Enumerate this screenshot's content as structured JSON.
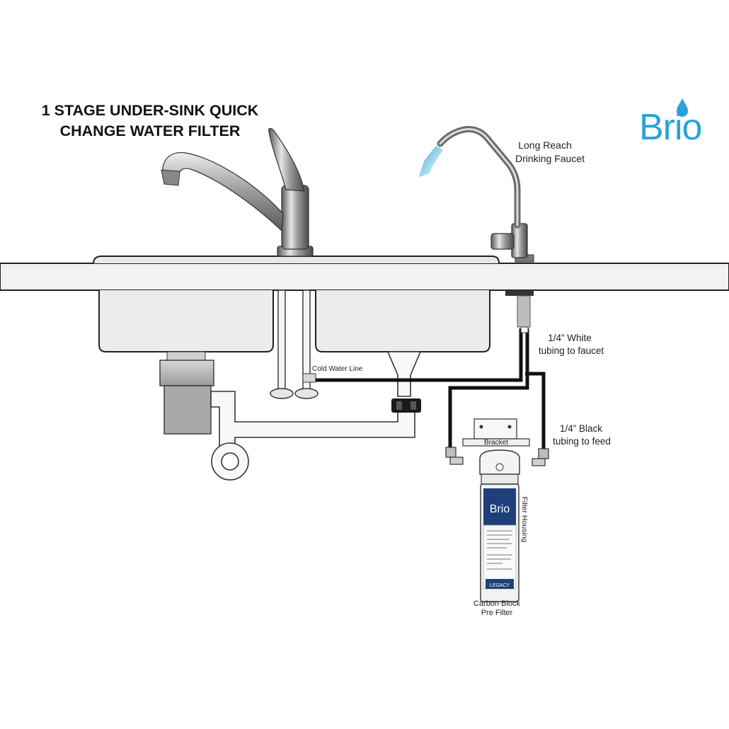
{
  "title": {
    "line1": "1 STAGE UNDER-SINK QUICK",
    "line2": "CHANGE WATER FILTER"
  },
  "brand": {
    "name": "Brio",
    "color": "#29a3d6"
  },
  "labels": {
    "long_reach_1": "Long Reach",
    "long_reach_2": "Drinking Faucet",
    "white_tubing_1": "1/4” White",
    "white_tubing_2": "tubing to faucet",
    "black_tubing_1": "1/4” Black",
    "black_tubing_2": "tubing to feed",
    "cold_water_line": "Cold Water Line",
    "bracket": "Bracket",
    "filter_housing": "Filter Housing",
    "carbon_block_1": "Carbon Block",
    "carbon_block_2": "Pre Filter"
  },
  "cartridge": {
    "brand": "Brio",
    "footer": "LEGACY"
  },
  "colors": {
    "tubing_black": "#111111",
    "tubing_white": "#ffffff",
    "faucet_chrome": "#8c8c8c",
    "sink_steel": "#ececec",
    "water_blue": "#29a3d6",
    "cartridge_navy": "#1f3f7a"
  }
}
